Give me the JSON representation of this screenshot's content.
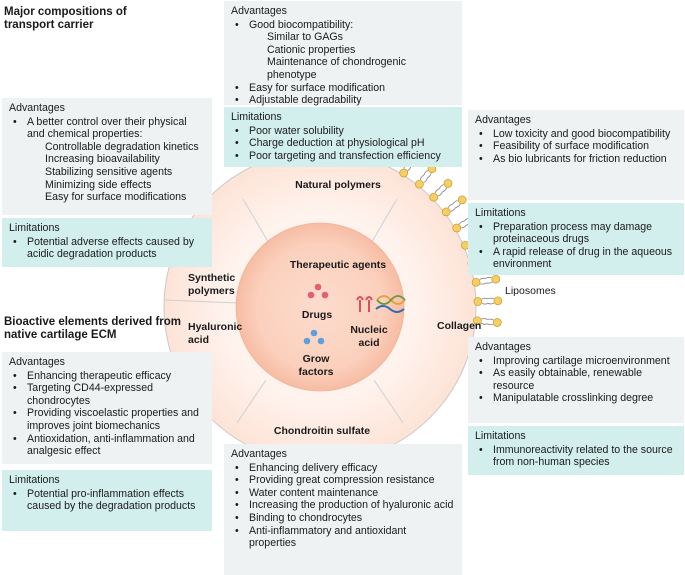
{
  "headings": {
    "transport": [
      "Major compositions of",
      "transport carrier"
    ],
    "bioactive": [
      "Bioactive elements derived from",
      "native cartilage ECM"
    ]
  },
  "boxes": {
    "natural_adv": {
      "heading": "Advantages",
      "items": [
        {
          "text": "Good biocompatibility:",
          "sub": [
            "Similar to GAGs",
            "Cationic properties",
            "Maintenance of chondrogenic phenotype"
          ]
        },
        {
          "text": "Easy for surface modification"
        },
        {
          "text": "Adjustable degradability"
        }
      ]
    },
    "natural_lim": {
      "heading": "Limitations",
      "items": [
        {
          "text": "Poor water solubility"
        },
        {
          "text": "Charge deduction at physiological pH"
        },
        {
          "text": "Poor targeting and transfection efficiency"
        }
      ]
    },
    "synthetic_adv": {
      "heading": "Advantages",
      "items": [
        {
          "text": "A better control over their physical and chemical properties:",
          "sub": [
            "Controllable degradation kinetics",
            "Increasing bioavailability",
            "Stabilizing sensitive agents",
            "Minimizing side effects",
            "Easy for surface modifications"
          ]
        }
      ]
    },
    "synthetic_lim": {
      "heading": "Limitations",
      "items": [
        {
          "text": "Potential adverse effects caused by acidic degradation products"
        }
      ]
    },
    "liposome_adv": {
      "heading": "Advantages",
      "items": [
        {
          "text": "Low toxicity and good biocompatibility"
        },
        {
          "text": "Feasibility of surface modification"
        },
        {
          "text": "As bio lubricants for friction reduction"
        }
      ]
    },
    "liposome_lim": {
      "heading": "Limitations",
      "items": [
        {
          "text": "Preparation process may damage proteinaceous drugs"
        },
        {
          "text": "A rapid release of drug in the aqueous environment"
        }
      ]
    },
    "hyaluronic_adv": {
      "heading": "Advantages",
      "items": [
        {
          "text": "Enhancing therapeutic efficacy"
        },
        {
          "text": "Targeting CD44-expressed chondrocytes"
        },
        {
          "text": "Providing viscoelastic properties and improves joint biomechanics"
        },
        {
          "text": "Antioxidation, anti-inflammation and analgesic effect"
        }
      ]
    },
    "hyaluronic_lim": {
      "heading": "Limitations",
      "items": [
        {
          "text": "Potential pro-inflammation effects caused by the degradation products"
        }
      ]
    },
    "collagen_adv": {
      "heading": "Advantages",
      "items": [
        {
          "text": "Improving cartilage microenvironment"
        },
        {
          "text": "As easily obtainable, renewable resource"
        },
        {
          "text": "Manipulatable crosslinking degree"
        }
      ]
    },
    "collagen_lim": {
      "heading": "Limitations",
      "items": [
        {
          "text": "Immunoreactivity related to the source from non-human species"
        }
      ]
    },
    "chondroitin_adv": {
      "heading": "Advantages",
      "items": [
        {
          "text": "Enhancing delivery efficacy"
        },
        {
          "text": "Providing great compression resistance"
        },
        {
          "text": "Water content maintenance"
        },
        {
          "text": "Increasing the production of hyaluronic acid"
        },
        {
          "text": "Binding to chondrocytes"
        },
        {
          "text": "Anti-inflammatory and antioxidant properties"
        }
      ]
    }
  },
  "circle": {
    "segments": {
      "natural": "Natural polymers",
      "synthetic": [
        "Synthetic",
        "polymers"
      ],
      "hyaluronic": [
        "Hyaluronic",
        "acid"
      ],
      "collagen": "Collagen",
      "chondroitin": "Chondroitin sulfate",
      "liposomes": "Liposomes"
    },
    "center": {
      "title": "Therapeutic agents",
      "drugs": "Drugs",
      "nucleic": [
        "Nucleic",
        "acid"
      ],
      "grow": [
        "Grow",
        "factors"
      ]
    }
  },
  "colors": {
    "advantages_bg": "#eef2f3",
    "limitations_bg": "#d3efed",
    "outer_ring": "#fde7dc",
    "inner_core": "#fac9b4",
    "lipid_head": "#f5cf64",
    "drug_red": "#e4606a",
    "growth_blue": "#5f9fdc"
  },
  "icons": [
    "drug-molecules-icon",
    "growth-factor-icon",
    "sirna-icon",
    "dna-helix-icon",
    "lipid-bilayer-icon"
  ]
}
